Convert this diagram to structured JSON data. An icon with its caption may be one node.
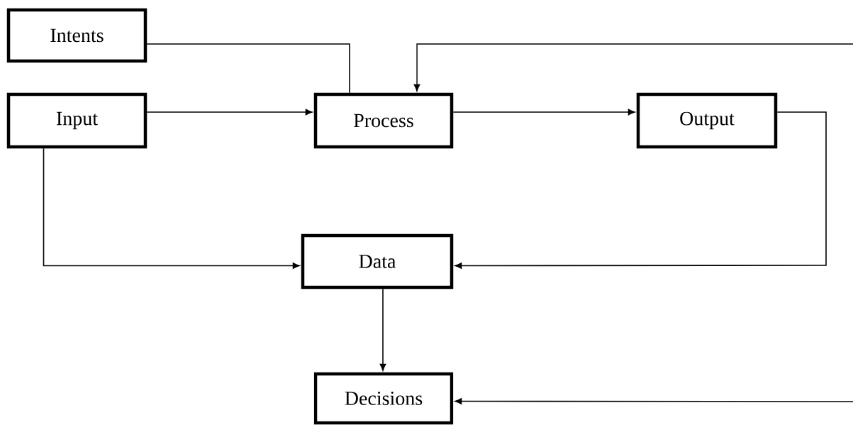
{
  "diagram": {
    "nodes": [
      {
        "text": [
          "Intents"
        ]
      },
      {
        "text": [
          "Input"
        ]
      },
      {
        "text": [
          "Process"
        ]
      },
      {
        "text": [
          "Output"
        ]
      },
      {
        "text": [
          "Data"
        ]
      },
      {
        "text": [
          "Decisions"
        ]
      }
    ],
    "edges": [
      {
        "from": 0,
        "to": 2,
        "arrow": "none"
      },
      {
        "from": 1,
        "to": 2,
        "arrow": "to"
      },
      {
        "from": 2,
        "to": 3,
        "arrow": "to"
      },
      {
        "from": null,
        "to": 2,
        "arrow": "to"
      },
      {
        "from": 1,
        "to": 4,
        "arrow": "to"
      },
      {
        "from": 3,
        "to": 4,
        "arrow": "to"
      },
      {
        "from": 4,
        "to": 5,
        "arrow": "to"
      },
      {
        "from": null,
        "to": 5,
        "arrow": "to"
      }
    ]
  }
}
